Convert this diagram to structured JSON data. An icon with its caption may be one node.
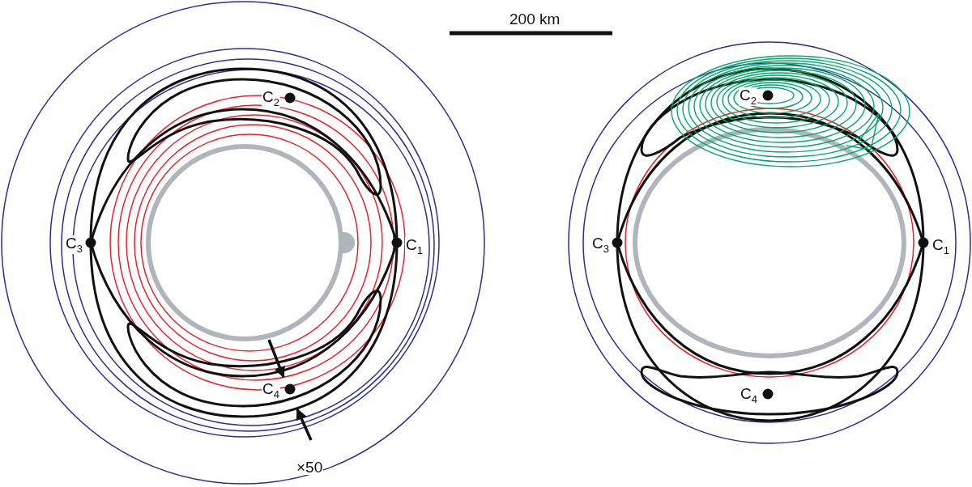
{
  "diagram": {
    "labels": [
      "200 km",
      "C$_{2}$",
      "C$_{2}$",
      "C$_{3}$",
      "C$_{1}$",
      "C$_{3}$",
      "C$_{1}$",
      "C$_{4}$",
      "C$_{4}$",
      "×50"
    ]
  }
}
